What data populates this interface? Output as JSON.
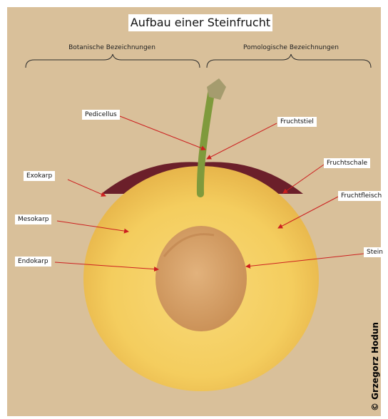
{
  "title": "Aufbau einer Steinfrucht",
  "headers": {
    "left": "Botanische Bezeichnungen",
    "right": "Pomologische Bezeichnungen"
  },
  "labels": {
    "pedicellus": "Pedicellus",
    "fruchtstiel": "Fruchtstiel",
    "exokarp": "Exokarp",
    "fruchtschale": "Fruchtschale",
    "mesokarp": "Mesokarp",
    "fruchtfleisch": "Fruchtfleisch",
    "endokarp": "Endokarp",
    "stein": "Stein"
  },
  "credit": "© Grzegorz Hodun",
  "colors": {
    "background": "#d9c09a",
    "flesh": "#f4cd5e",
    "skin": "#6b1f2a",
    "stone": "#d8a56e",
    "stem": "#7f9a3c",
    "arrow": "#cc1f1f"
  }
}
